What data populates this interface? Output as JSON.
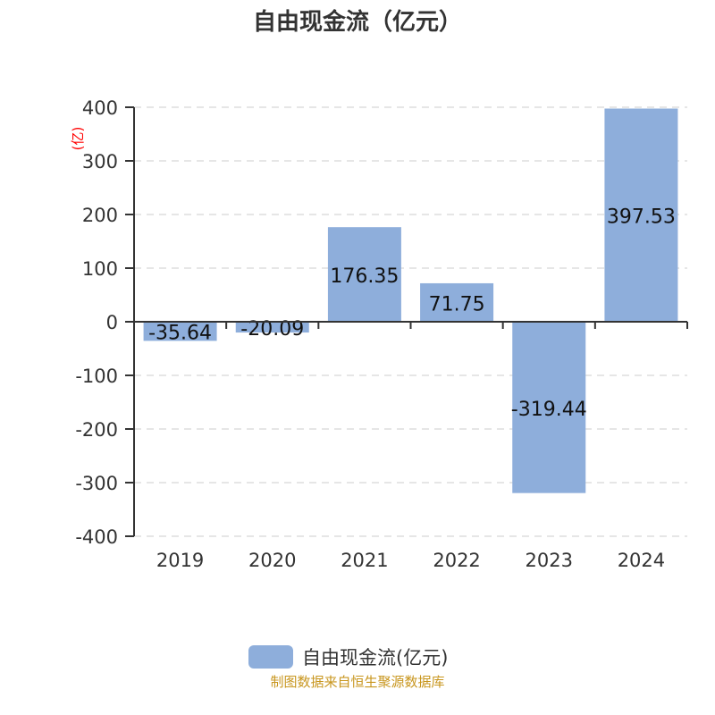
{
  "chart_data": {
    "type": "bar",
    "title": "自由现金流（亿元）",
    "ylabel": "(亿)",
    "xlabel": "",
    "categories": [
      "2019",
      "2020",
      "2021",
      "2022",
      "2023",
      "2024"
    ],
    "series": [
      {
        "name": "自由现金流(亿元)",
        "values": [
          -35.64,
          -20.09,
          176.35,
          71.75,
          -319.44,
          397.53
        ],
        "labels": [
          "-35.64",
          "-20.09",
          "176.35",
          "71.75",
          "-319.44",
          "397.53"
        ]
      }
    ],
    "ylim": [
      -400,
      400
    ],
    "yticks": [
      400,
      300,
      200,
      100,
      0,
      -100,
      -200,
      -300,
      -400
    ],
    "grid": true,
    "legend": "bottom-center",
    "colors": {
      "bar": "#8eaedb",
      "ylabel": "#ff0000",
      "source": "#c8961e"
    }
  },
  "source": "制图数据来自恒生聚源数据库"
}
